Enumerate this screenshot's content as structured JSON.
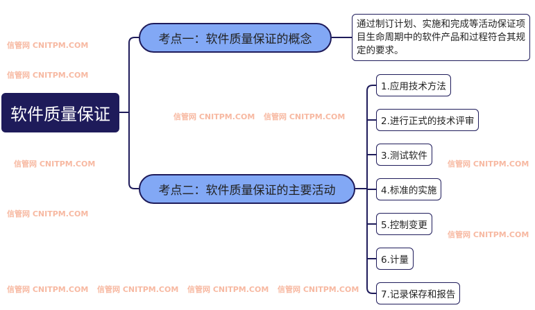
{
  "root": {
    "label": "软件质量保证"
  },
  "branches": [
    {
      "label": "考点一：软件质量保证的概念",
      "detail": "通过制订计划、实施和完成等活动保证项目生命周期中的软件产品和过程符合其规定的要求。"
    },
    {
      "label": "考点二：软件质量保证的主要活动",
      "items": [
        "1.应用技术方法",
        "2.进行正式的技术评审",
        "3.测试软件",
        "4.标准的实施",
        "5.控制变更",
        "6.计量",
        "7.记录保存和报告"
      ]
    }
  ],
  "watermark": "信管网 CNITPM.COM",
  "colors": {
    "root": "#1e1b5a",
    "branch": "#82a8f5",
    "watermark": "#f6a88c"
  }
}
